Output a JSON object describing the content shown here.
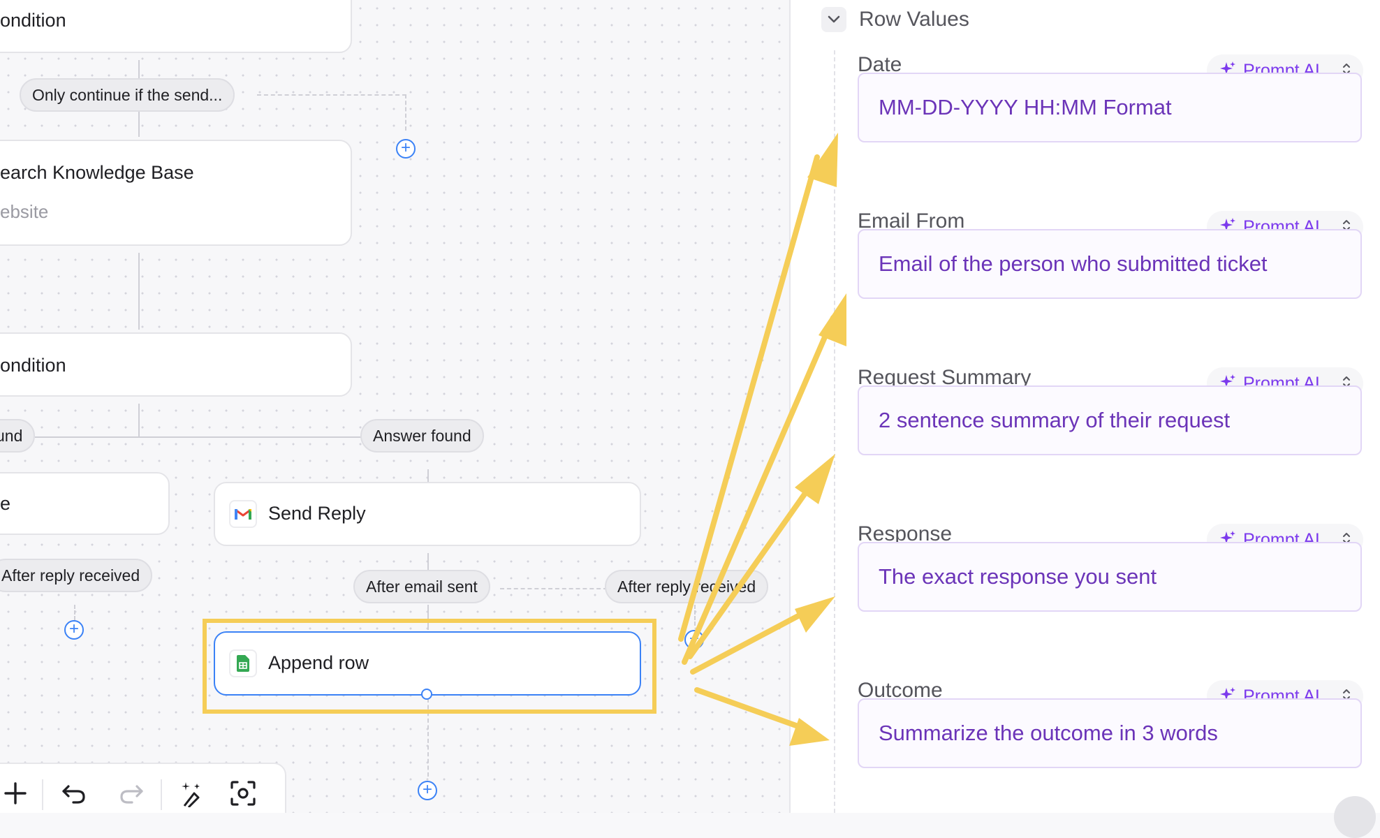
{
  "canvas": {
    "nodes": {
      "condition_top": {
        "title": "ondition"
      },
      "search_kb": {
        "title": "earch Knowledge Base",
        "subtitle": "ebsite"
      },
      "condition_mid": {
        "title": "ondition"
      },
      "left_partial": {
        "title": "e"
      },
      "send_reply": {
        "title": "Send Reply",
        "icon": "gmail-icon"
      },
      "append_row": {
        "title": "Append row",
        "icon": "google-sheets-icon"
      }
    },
    "pills": {
      "only_continue": "Only continue if the send...",
      "not_found_partial": "und",
      "answer_found": "Answer found",
      "after_reply_left": "After reply received",
      "after_email_sent": "After email sent",
      "after_reply_right": "After reply received"
    },
    "toolbar": [
      "plus-icon",
      "undo-icon",
      "redo-icon",
      "magic-wand-icon",
      "screenshot-icon"
    ],
    "highlight_color": "#F5CD57",
    "accent_color": "#3B82F6"
  },
  "panel": {
    "section_title": "Row Values",
    "prompt_label": "Prompt AI",
    "fields": [
      {
        "label": "Date",
        "value": "MM-DD-YYYY HH:MM Format"
      },
      {
        "label": "Email From",
        "value": "Email of the person who submitted ticket"
      },
      {
        "label": "Request Summary",
        "value": "2 sentence summary of their request"
      },
      {
        "label": "Response",
        "value": "The exact response you sent"
      },
      {
        "label": "Outcome",
        "value": "Summarize the outcome in 3 words"
      }
    ],
    "value_color": "#6B34B8",
    "prompt_color": "#7C3AED"
  }
}
